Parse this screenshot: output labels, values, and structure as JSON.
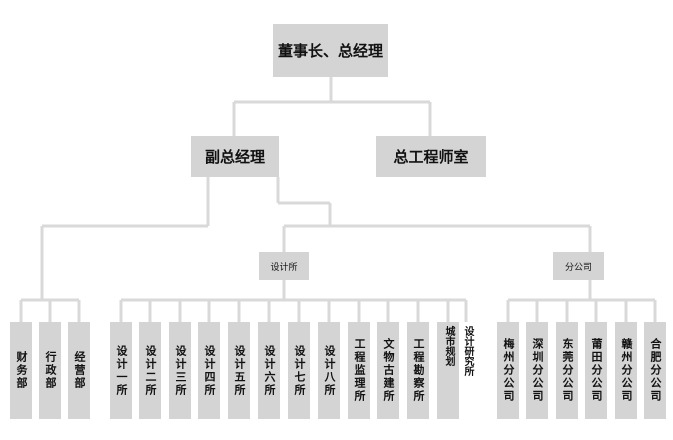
{
  "org": {
    "chairman": "董事长、总经理",
    "deputy_gm": "副总经理",
    "chief_engineer_office": "总工程师室",
    "design_institute": "设计所",
    "branch_company": "分公司",
    "admin_depts": [
      "财务部",
      "行政部",
      "经营部"
    ],
    "design_depts": [
      "设计一所",
      "设计二所",
      "设计三所",
      "设计四所",
      "设计五所",
      "设计六所",
      "设计七所",
      "设计八所",
      "工程监理所",
      "文物古建所",
      "工程勘察所",
      "城市规划",
      "设计研究所"
    ],
    "branches": [
      "梅州分公司",
      "深圳分公司",
      "东莞分公司",
      "莆田分公司",
      "赣州分公司",
      "合肥分公司"
    ]
  }
}
